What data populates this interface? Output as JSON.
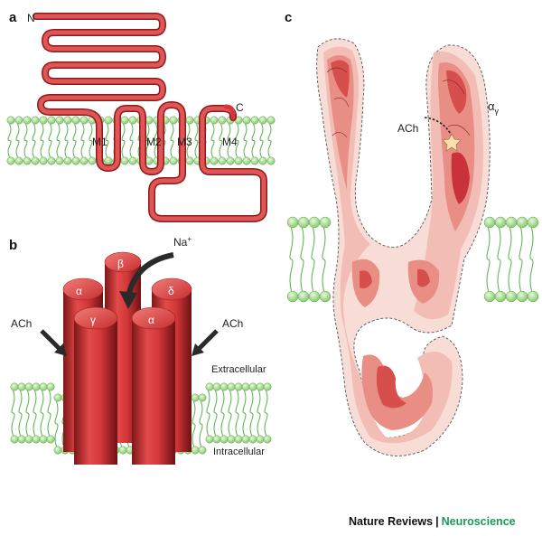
{
  "panels": {
    "a": {
      "letter": "a",
      "terminal_n": "N",
      "terminal_c": "C",
      "segments": [
        "M1",
        "M2",
        "M3",
        "M4"
      ]
    },
    "b": {
      "letter": "b",
      "ion": "Na",
      "ion_charge": "+",
      "subunits": [
        "α",
        "β",
        "δ",
        "γ",
        "α"
      ],
      "ach_left": "ACh",
      "ach_right": "ACh",
      "extracellular": "Extracellular",
      "intracellular": "Intracellular"
    },
    "c": {
      "letter": "c",
      "ach_label": "ACh",
      "alpha_label": "α",
      "alpha_subscript": "γ"
    }
  },
  "credit": {
    "journal": "Nature Reviews",
    "separator": "|",
    "section": "Neuroscience"
  },
  "colors": {
    "protein_red": "#d6383a",
    "protein_dark": "#8e1a1c",
    "lipid_head": "#a6de8e",
    "lipid_tail": "#55b04a",
    "density_light": "#f6d3ce",
    "density_dark": "#c9323a",
    "credit_green": "#1a9a55"
  }
}
